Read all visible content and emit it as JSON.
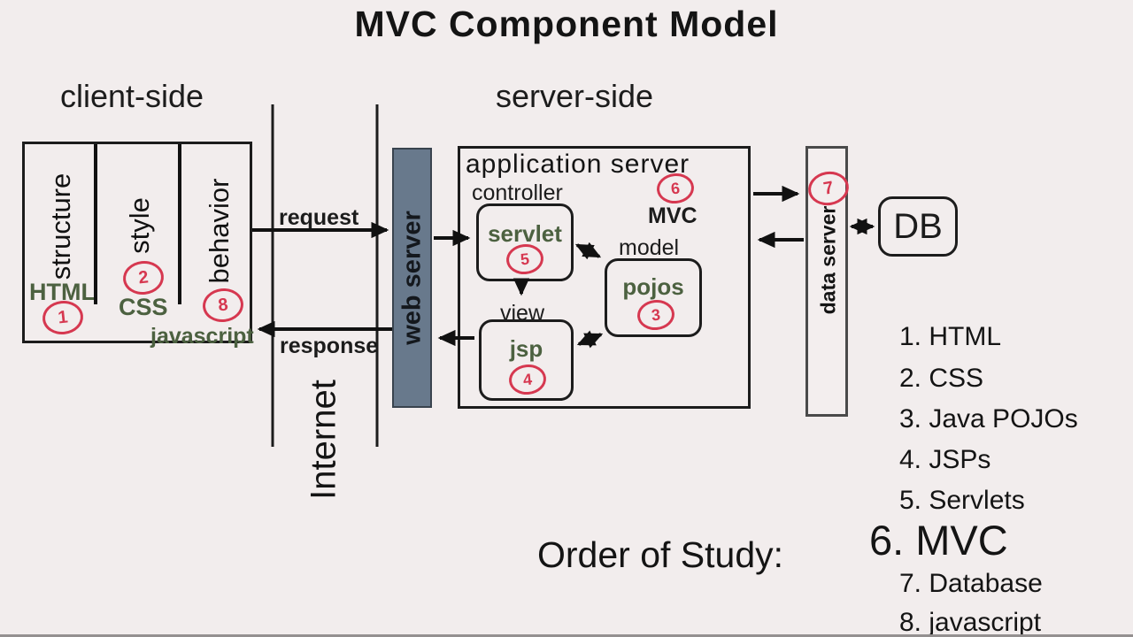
{
  "title": "MVC Component Model",
  "sections": {
    "client": "client-side",
    "server": "server-side"
  },
  "client_box": {
    "columns": [
      "structure",
      "style",
      "behavior"
    ],
    "labels": {
      "html": "HTML",
      "css": "CSS",
      "javascript": "javascript"
    },
    "badges": {
      "html": "1",
      "css": "2",
      "javascript": "8"
    }
  },
  "network": {
    "internet": "Internet",
    "request": "request",
    "response": "response"
  },
  "web_server": {
    "label": "web server"
  },
  "app_server": {
    "title": "application server",
    "controller": {
      "label": "controller",
      "component": "servlet",
      "badge": "5"
    },
    "view": {
      "label": "view",
      "component": "jsp",
      "badge": "4"
    },
    "model": {
      "label": "model",
      "component": "pojos",
      "badge": "3"
    },
    "mvc": {
      "label": "MVC",
      "badge": "6"
    }
  },
  "data_server": {
    "label": "data server",
    "badge": "7"
  },
  "database": {
    "label": "DB"
  },
  "study": {
    "heading": "Order of Study:",
    "items": [
      "1. HTML",
      "2. CSS",
      "3. Java POJOs",
      "4. JSPs",
      "5. Servlets",
      "6. MVC",
      "7. Database",
      "8. javascript"
    ]
  },
  "colors": {
    "background": "#f2eded",
    "ink": "#1c1c1c",
    "green": "#4c6140",
    "red": "#d63850",
    "web_server_fill": "#68798c"
  }
}
